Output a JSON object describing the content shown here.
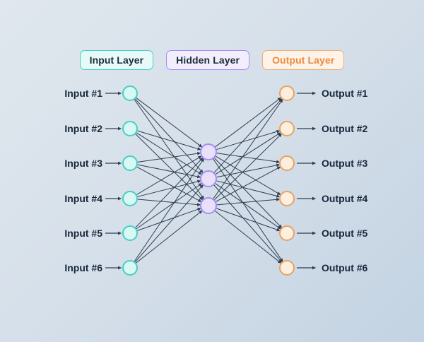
{
  "legend": {
    "items": [
      {
        "label": "Input Layer",
        "bg": "#e7faf7",
        "border": "#45d0c5",
        "color": "#1a2b3c"
      },
      {
        "label": "Hidden Layer",
        "bg": "#f2eefb",
        "border": "#a78bfa",
        "color": "#1a2b3c"
      },
      {
        "label": "Output Layer",
        "bg": "#fdf3e8",
        "border": "#efae72",
        "color": "#ed8a3b"
      }
    ]
  },
  "network": {
    "inputs": [
      "Input #1",
      "Input #2",
      "Input #3",
      "Input #4",
      "Input #5",
      "Input #6"
    ],
    "outputs": [
      "Output #1",
      "Output #2",
      "Output #3",
      "Output #4",
      "Output #5",
      "Output #6"
    ],
    "hidden_nodes": 3,
    "colors": {
      "input_fill": "#d9f7f3",
      "input_stroke": "#45d0c5",
      "hidden_fill": "#e9e1fa",
      "hidden_stroke": "#a78bfa",
      "output_fill": "#fcefe0",
      "output_stroke": "#e8a261",
      "connection": "#2d3e50",
      "label_text": "#16263a"
    }
  }
}
